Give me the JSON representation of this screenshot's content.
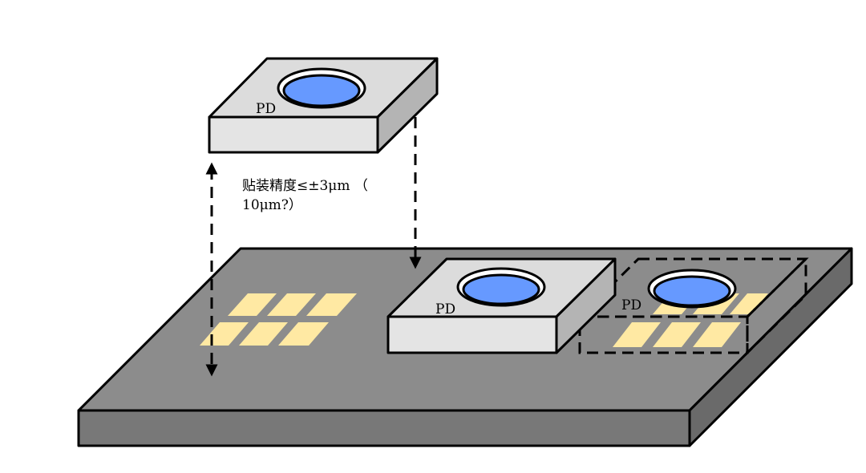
{
  "diagram": {
    "annotation": {
      "line1": "贴装精度≤±3μm （",
      "line2": "10μm?）"
    },
    "chips": {
      "floating_label": "PD",
      "placed_label": "PD",
      "ghost_label": "PD"
    },
    "colors": {
      "substrate_top": "#8c8c8c",
      "substrate_front": "#787878",
      "substrate_side": "#6a6a6a",
      "chip_top": "#dcdcdc",
      "chip_front": "#e4e4e4",
      "chip_side": "#b4b4b4",
      "lens": "#6699ff",
      "pad": "#ffe9a3"
    }
  }
}
